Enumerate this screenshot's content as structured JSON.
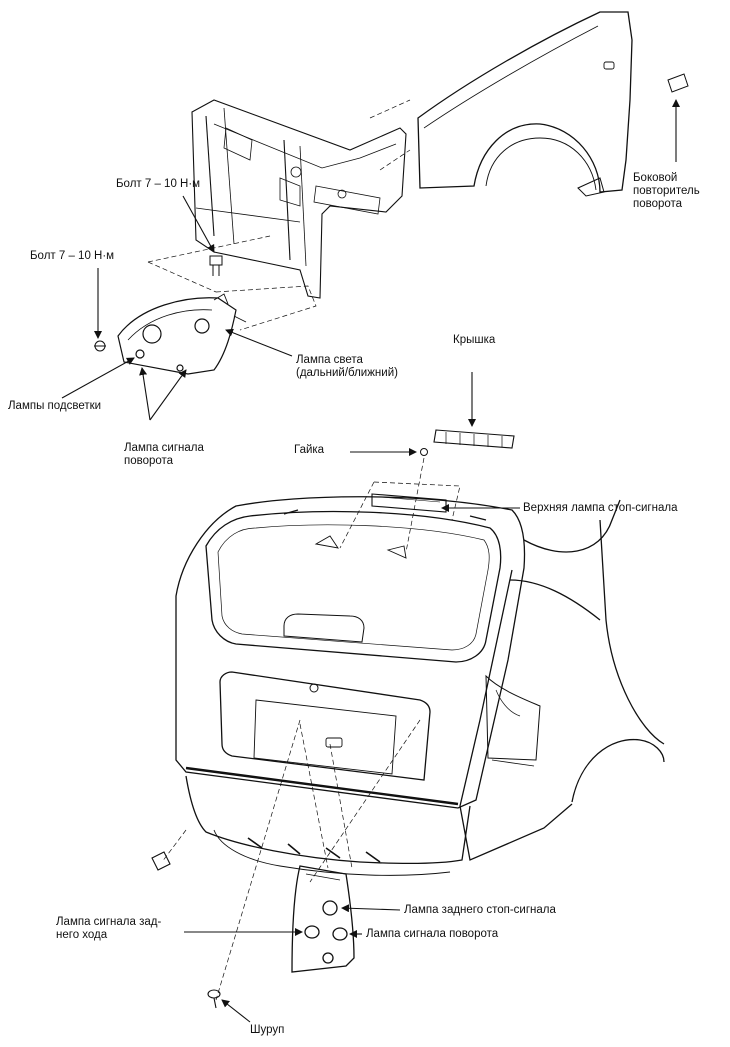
{
  "labels": {
    "bolt_upper": "Болт 7 – 10 Н·м",
    "bolt_lower": "Болт 7 – 10 Н·м",
    "side_repeater": "Боковой\nповторитель\nповорота",
    "headlamp": "Лампа света\n(дальний/ближний)",
    "position_lamps": "Лампы подсветки",
    "front_turn_lamp": "Лампа сигнала\nповорота",
    "cover": "Крышка",
    "nut": "Гайка",
    "high_stop_lamp": "Верхняя лампа стоп-сигнала",
    "rear_stop_lamp": "Лампа заднего стоп-сигнала",
    "reverse_lamp": "Лампа сигнала зад-\nнего хода",
    "rear_turn_lamp": "Лампа сигнала поворота",
    "screw": "Шуруп"
  },
  "colors": {
    "ink": "#111111",
    "paper": "#ffffff",
    "hatch": "#555555"
  }
}
